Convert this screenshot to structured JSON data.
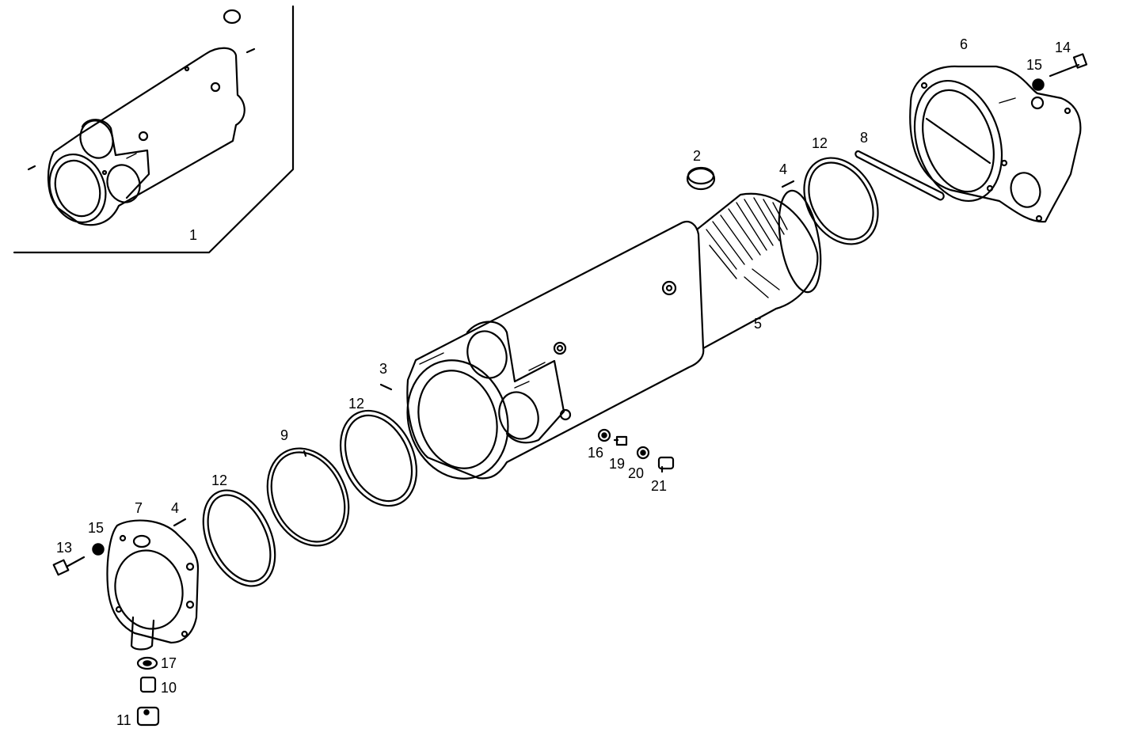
{
  "diagram": {
    "labels": {
      "n1": "1",
      "n2": "2",
      "n3": "3",
      "n4a": "4",
      "n4b": "4",
      "n5": "5",
      "n6": "6",
      "n7": "7",
      "n8": "8",
      "n9": "9",
      "n10": "10",
      "n11": "11",
      "n12a": "12",
      "n12b": "12",
      "n12c": "12",
      "n13": "13",
      "n14": "14",
      "n15a": "15",
      "n15b": "15",
      "n16": "16",
      "n17": "17",
      "n19": "19",
      "n20": "20",
      "n21": "21"
    }
  }
}
